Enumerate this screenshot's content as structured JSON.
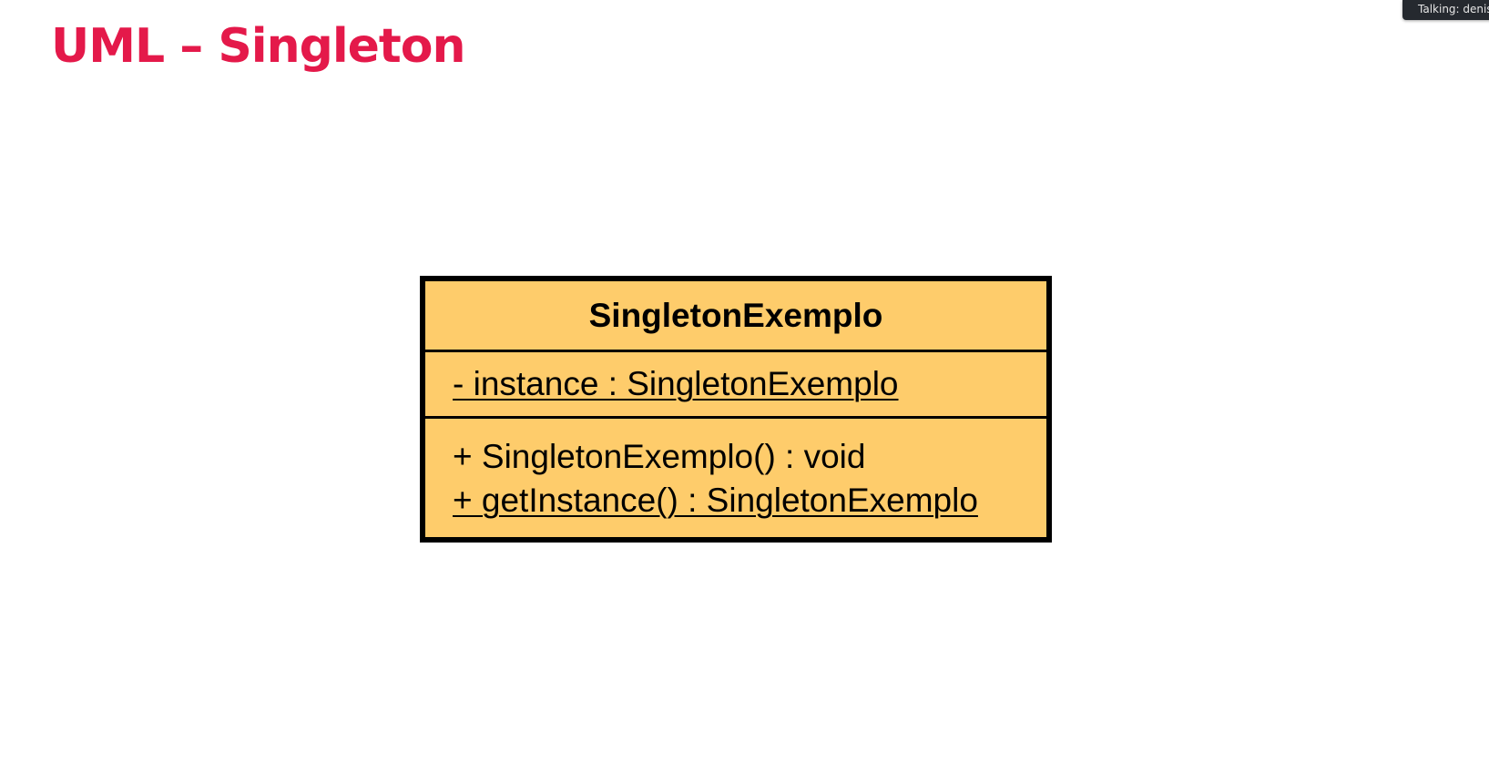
{
  "slide": {
    "title": "UML – Singleton"
  },
  "talking_indicator": {
    "text": "Talking: denis"
  },
  "uml_class": {
    "name": "SingletonExemplo",
    "attributes": [
      {
        "text": "- instance : SingletonExemplo",
        "static": true
      }
    ],
    "operations": [
      {
        "text": "+ SingletonExemplo() : void",
        "static": false
      },
      {
        "text": "+ getInstance() : SingletonExemplo",
        "static": true
      }
    ]
  },
  "colors": {
    "title": "#e4194a",
    "class_fill": "#fecc6b",
    "class_border": "#000000",
    "badge_background": "#25292f"
  }
}
